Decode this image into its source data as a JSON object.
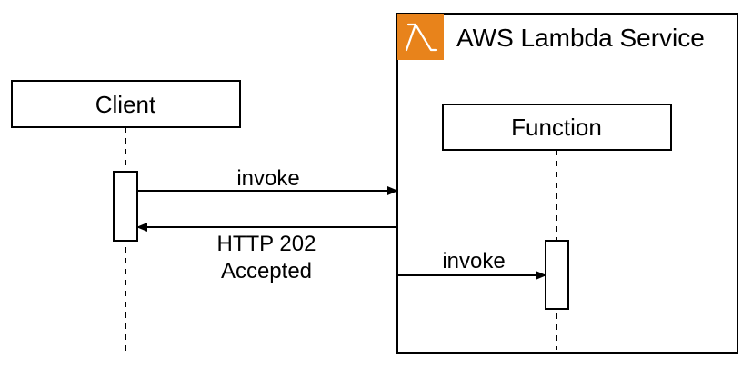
{
  "service": {
    "title": "AWS Lambda Service",
    "icon": "lambda-icon",
    "icon_color": "#E8831B"
  },
  "participants": {
    "client": "Client",
    "function": "Function"
  },
  "messages": {
    "client_invoke": "invoke",
    "response_line1": "HTTP 202",
    "response_line2": "Accepted",
    "function_invoke": "invoke"
  }
}
